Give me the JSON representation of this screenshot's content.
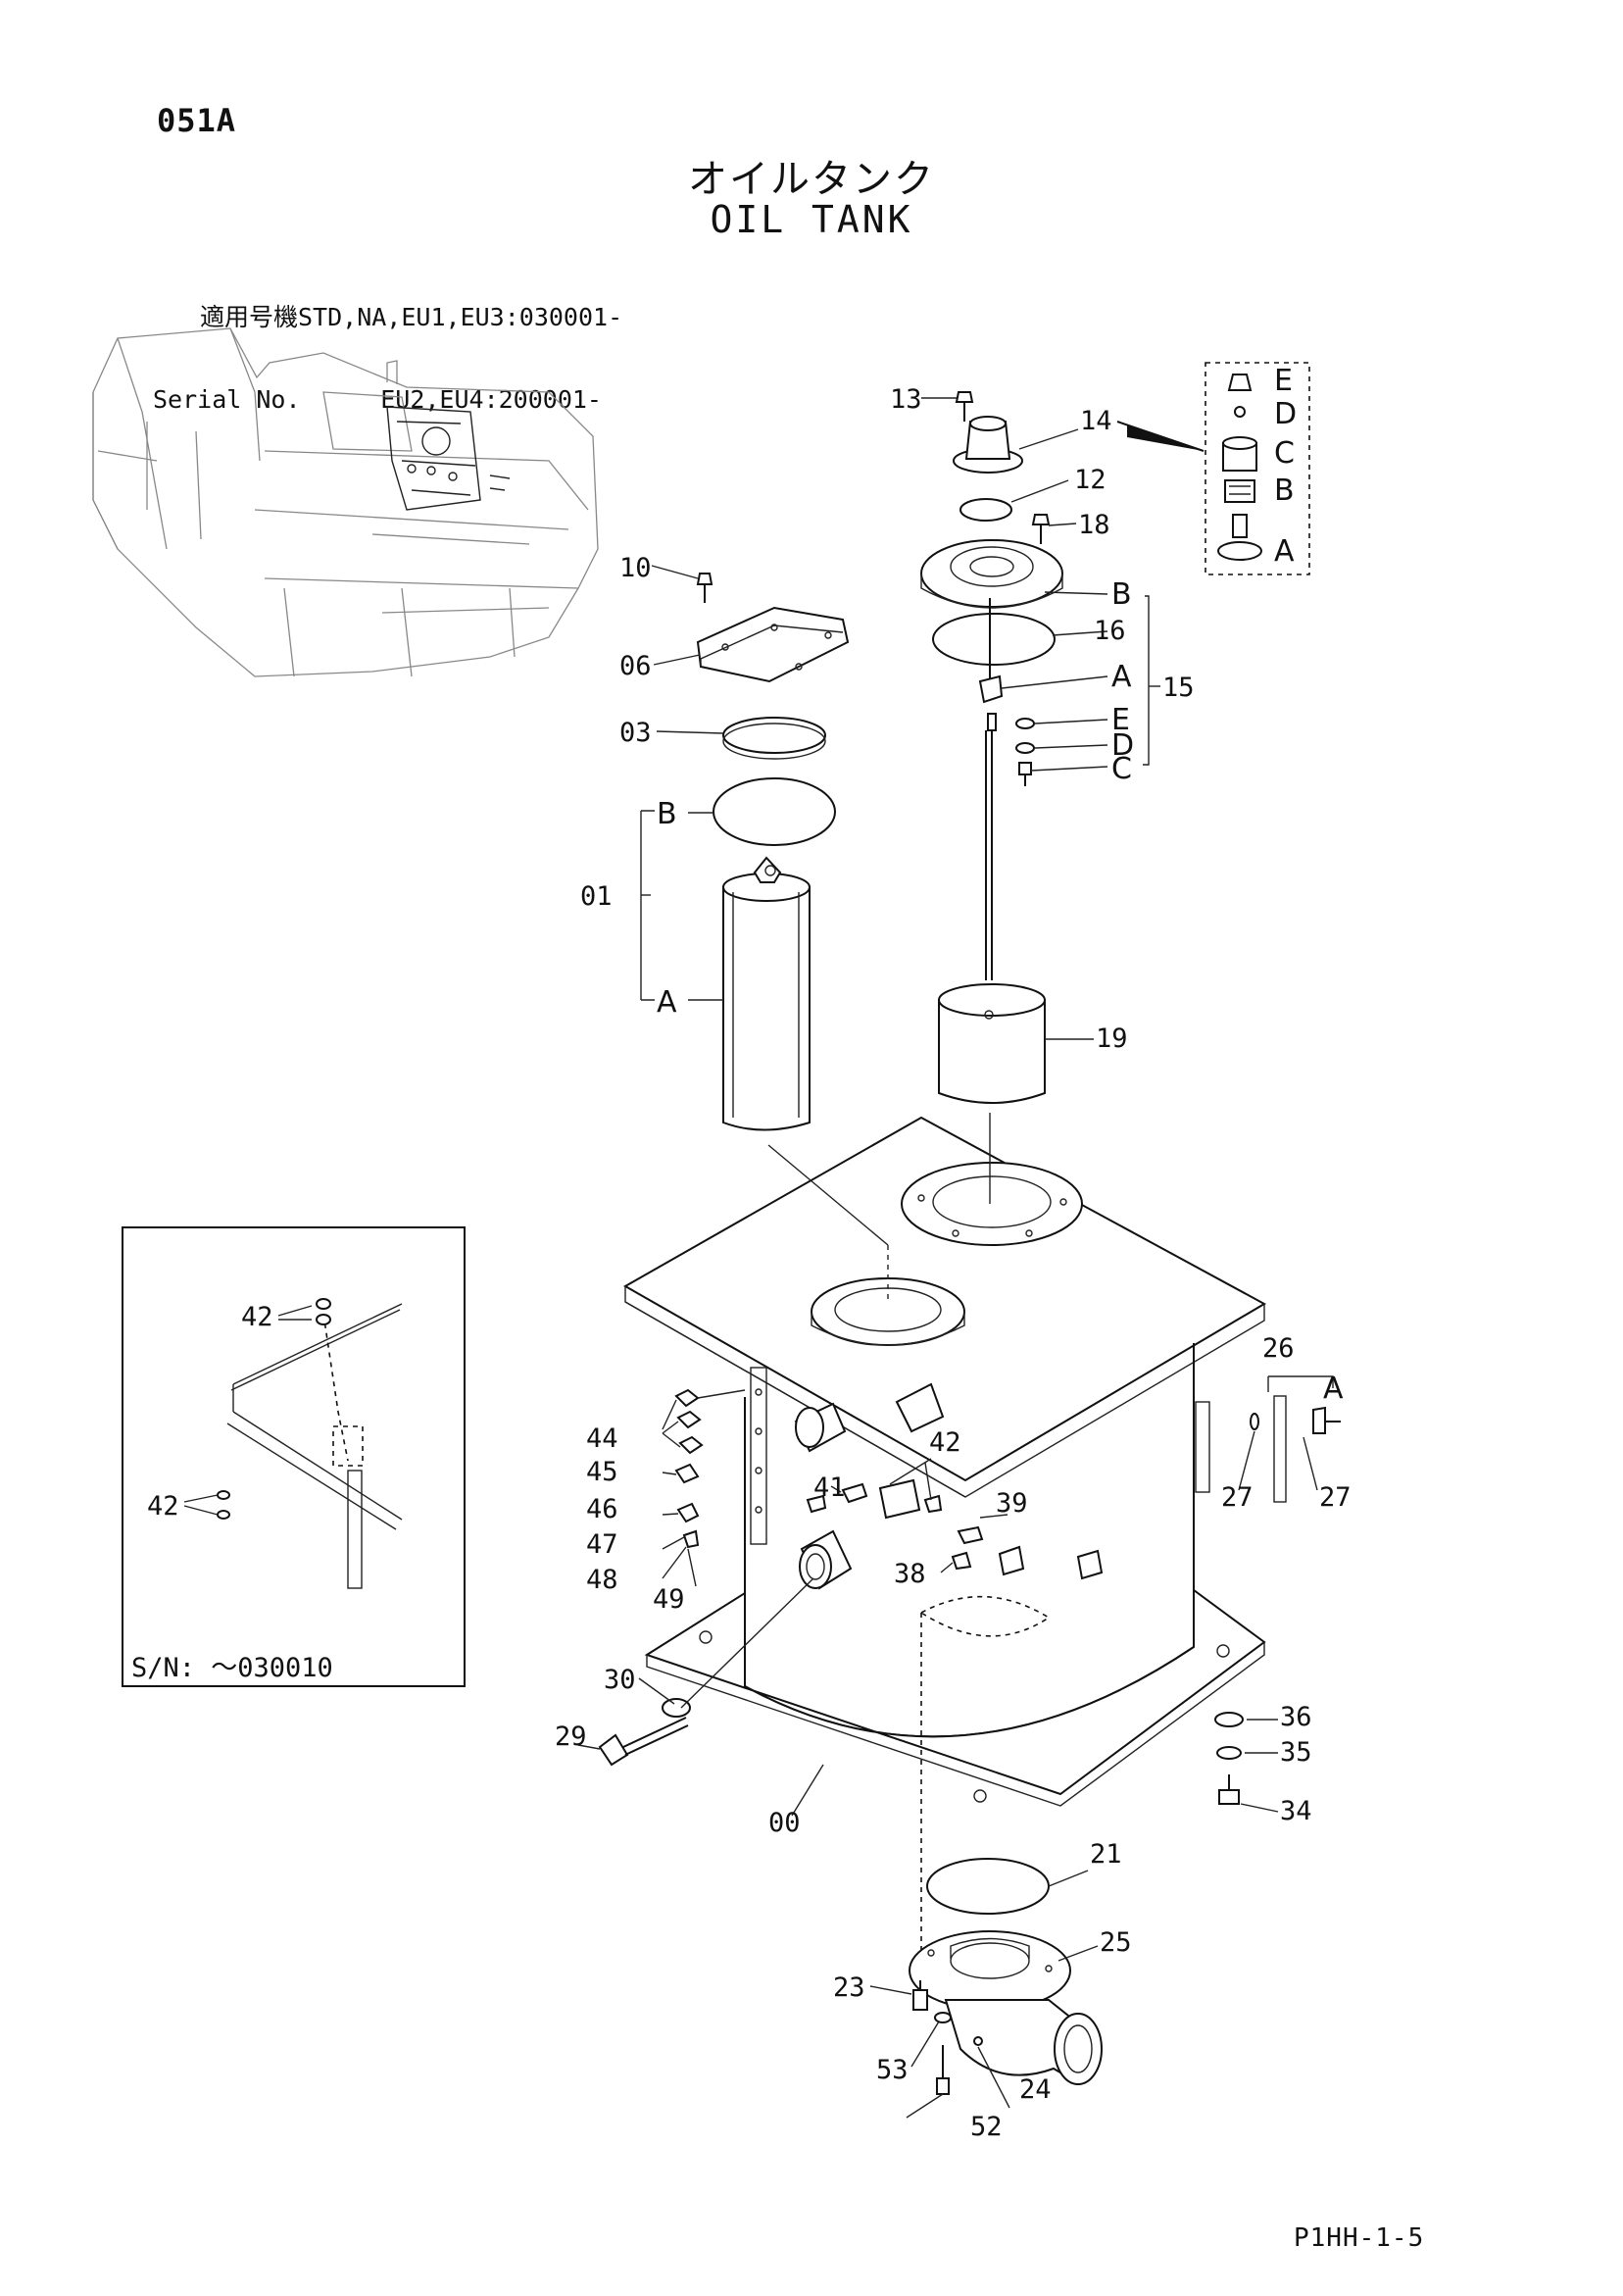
{
  "header": {
    "page_code": "051A",
    "title_jp": "オイルタンク",
    "title_en": "OIL TANK",
    "serial_label_jp": "適用号機",
    "serial_label_en": "Serial No.",
    "serial_line1": "STD,NA,EU1,EU3:030001-",
    "serial_line2": "EU2,EU4:200001-"
  },
  "inset": {
    "serial_note": "S/N: ～030010",
    "labels": [
      "42",
      "42"
    ]
  },
  "footer": {
    "code": "P1HH-1-5"
  },
  "callouts": {
    "c00": "00",
    "c01": "01",
    "c03": "03",
    "c06": "06",
    "c10": "10",
    "c12": "12",
    "c13": "13",
    "c14": "14",
    "c15": "15",
    "c16": "16",
    "c18": "18",
    "c19": "19",
    "c21": "21",
    "c23": "23",
    "c24": "24",
    "c25": "25",
    "c26": "26",
    "c27a": "27",
    "c27b": "27",
    "c29": "29",
    "c30": "30",
    "c34": "34",
    "c35": "35",
    "c36": "36",
    "c38": "38",
    "c39": "39",
    "c41": "41",
    "c42": "42",
    "c44": "44",
    "c45": "45",
    "c46": "46",
    "c47": "47",
    "c48": "48",
    "c49": "49",
    "c52": "52",
    "c53": "53"
  },
  "sublabels": {
    "kit14": [
      "E",
      "D",
      "C",
      "B",
      "A"
    ],
    "set15": [
      "B",
      "A",
      "E",
      "D",
      "C"
    ],
    "set01": [
      "B",
      "A"
    ],
    "set26": "A"
  }
}
